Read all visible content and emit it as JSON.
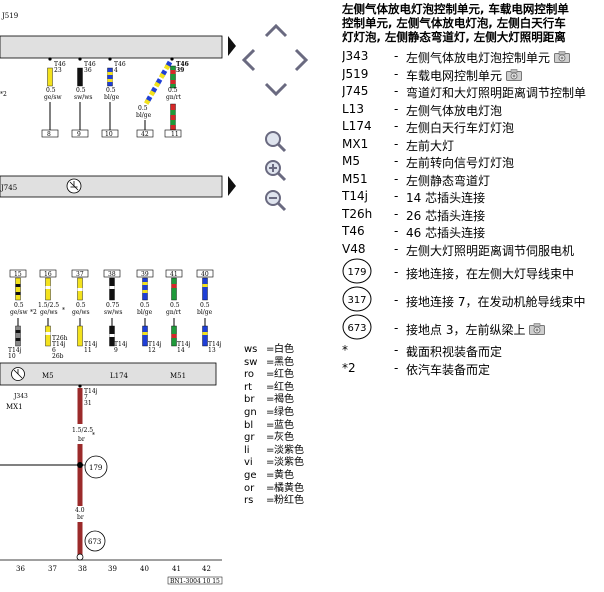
{
  "legend": {
    "title_lines": [
      "左侧气体放电灯泡控制单元, 车载电网控制单",
      "控制单元, 左侧气体放电灯泡, 左侧白天行车",
      "灯灯泡, 左侧静态弯道灯, 左侧大灯照明距离"
    ],
    "items": [
      {
        "code": "J343",
        "desc": "左侧气体放电灯泡控制单元",
        "camera": true
      },
      {
        "code": "J519",
        "desc": "车载电网控制单元",
        "camera": true
      },
      {
        "code": "J745",
        "desc": "弯道灯和大灯照明距离调节控制单",
        "camera": false
      },
      {
        "code": "L13",
        "desc": "左侧气体放电灯泡",
        "camera": false
      },
      {
        "code": "L174",
        "desc": "左侧白天行车灯灯泡",
        "camera": false
      },
      {
        "code": "MX1",
        "desc": "左前大灯",
        "camera": false
      },
      {
        "code": "M5",
        "desc": "左前转向信号灯灯泡",
        "camera": false
      },
      {
        "code": "M51",
        "desc": "左侧静态弯道灯",
        "camera": false
      },
      {
        "code": "T14j",
        "desc": "14 芯插头连接",
        "camera": false
      },
      {
        "code": "T26h",
        "desc": "26 芯插头连接",
        "camera": false
      },
      {
        "code": "T46",
        "desc": "46 芯插头连接",
        "camera": false
      },
      {
        "code": "V48",
        "desc": "左侧大灯照明距离调节伺服电机",
        "camera": false
      }
    ],
    "grounds": [
      {
        "number": "179",
        "desc": "接地连接，在左侧大灯导线束中",
        "camera": false
      },
      {
        "number": "317",
        "desc": "接地连接 7，在发动机舱导线束中",
        "camera": false
      },
      {
        "number": "673",
        "desc": "接地点 3，左前纵梁上",
        "camera": true
      }
    ],
    "notes": [
      {
        "mark": "*",
        "desc": "截面积视装备而定"
      },
      {
        "mark": "*2",
        "desc": "依汽车装备而定"
      }
    ]
  },
  "colors": [
    {
      "code": "ws",
      "name": "白色"
    },
    {
      "code": "sw",
      "name": "黑色"
    },
    {
      "code": "ro",
      "name": "红色"
    },
    {
      "code": "rt",
      "name": "红色"
    },
    {
      "code": "br",
      "name": "褐色"
    },
    {
      "code": "gn",
      "name": "绿色"
    },
    {
      "code": "bl",
      "name": "蓝色"
    },
    {
      "code": "gr",
      "name": "灰色"
    },
    {
      "code": "li",
      "name": "淡紫色"
    },
    {
      "code": "vi",
      "name": "淡紫色"
    },
    {
      "code": "ge",
      "name": "黄色"
    },
    {
      "code": "or",
      "name": "橘黄色"
    },
    {
      "code": "rs",
      "name": "粉红色"
    }
  ],
  "diagram": {
    "top_bar_label": "J519",
    "mid_bar_label": "J745",
    "bottom_labels": {
      "m5": "M5",
      "l174": "L174",
      "m51": "M51",
      "j343": "J343",
      "mx1": "MX1"
    },
    "top_wires": [
      {
        "conn": "T46",
        "pin": "23",
        "size": "0.5",
        "color": "ge/sw",
        "term": "8"
      },
      {
        "conn": "T46",
        "pin": "36",
        "size": "0.5",
        "color": "sw/ws",
        "term": "9"
      },
      {
        "conn": "T46",
        "pin": "4",
        "size": "0.5",
        "color": "bl/ge",
        "term": "10"
      },
      {
        "conn": "T46",
        "pin": "39",
        "size": "0.5",
        "color": "bl/ge",
        "term": "42"
      },
      {
        "conn": "",
        "pin": "",
        "size": "0.5",
        "color": "gn/rt",
        "term": "11"
      }
    ],
    "top_note": "*2",
    "mid_wires": [
      {
        "term": "15",
        "size": "0.5",
        "color": "ge/sw",
        "conn": "T14j",
        "pin": "10"
      },
      {
        "term": "16",
        "size": "1.5/2.5",
        "color": "ge/ws",
        "conn": "T14j",
        "pin": "6"
      },
      {
        "term": "37",
        "size": "0.5",
        "color": "ge/ws",
        "conn": "T14j",
        "pin": "11"
      },
      {
        "term": "38",
        "size": "0.75",
        "color": "sw/ws",
        "conn": "T14j",
        "pin": "9"
      },
      {
        "term": "39",
        "size": "0.5",
        "color": "bl/ge",
        "conn": "T14j",
        "pin": "12"
      },
      {
        "term": "41",
        "size": "0.5",
        "color": "gn/rt",
        "conn": "T14j",
        "pin": "14"
      },
      {
        "term": "40",
        "size": "0.5",
        "color": "bl/ge",
        "conn": "T14j",
        "pin": "13"
      }
    ],
    "mid_extra": {
      "t26h": "T26h",
      "pin26": "26b",
      "note2": "*2",
      "note1": "*"
    },
    "ground_wire": {
      "conn": "T14j",
      "pin": "7",
      "term": "31",
      "size1": "1.5/2.5",
      "color1": "br",
      "note": "*",
      "size2": "4.0",
      "color2": "br"
    },
    "ground_points": [
      "179",
      "673"
    ],
    "columns": [
      "36",
      "37",
      "38",
      "39",
      "40",
      "41",
      "42"
    ],
    "doc_code": "BN1-3004 10 15"
  },
  "palette": {
    "bar_fill": "#e0e0e0",
    "wire_brown": "#9b2a2a",
    "wire_yellow": "#f3e21d",
    "wire_blue": "#1f3fd6",
    "wire_green": "#1f9a3a",
    "wire_red": "#d62828",
    "nav_icon": "#6a6a80"
  }
}
